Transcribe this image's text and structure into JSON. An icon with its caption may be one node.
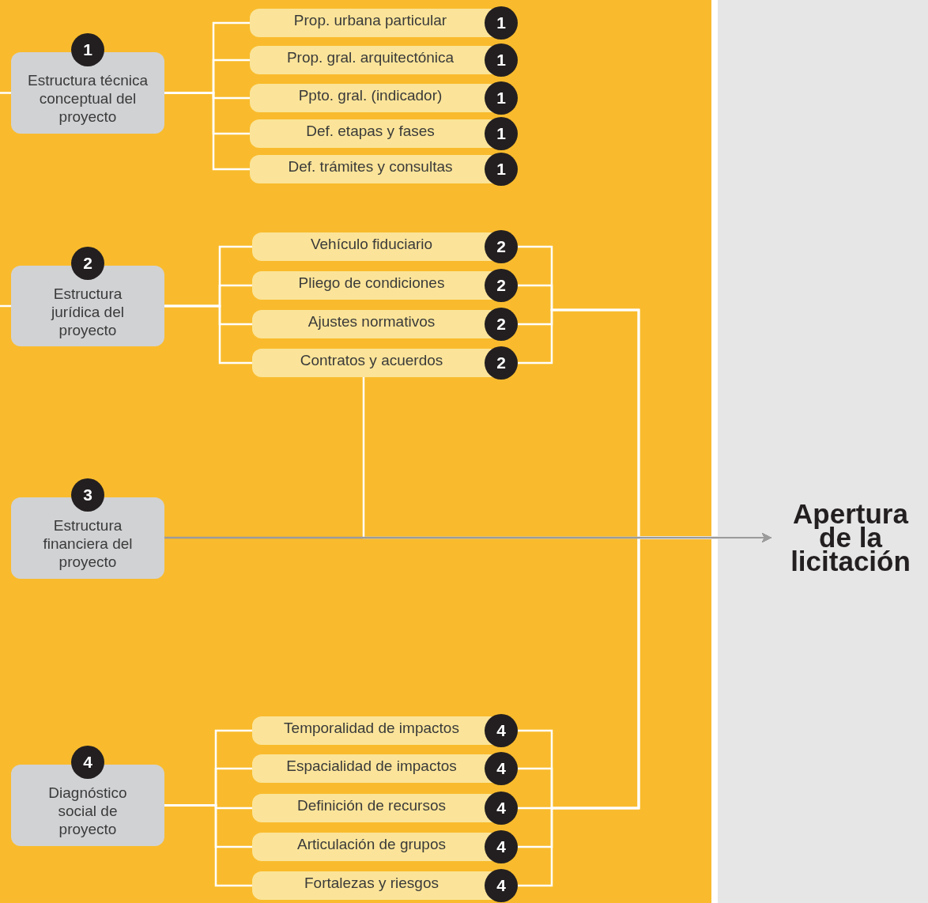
{
  "diagram": {
    "nodes": [
      {
        "text": [
          "1",
          "Estructura técnica conceptual del proyecto"
        ]
      },
      {
        "text": [
          "Prop. urbana particular",
          "1"
        ]
      },
      {
        "text": [
          "Prop. gral. arquitectónica",
          "1"
        ]
      },
      {
        "text": [
          "Ppto. gral. (indicador)",
          "1"
        ]
      },
      {
        "text": [
          "Def. etapas y fases",
          "1"
        ]
      },
      {
        "text": [
          "Def. trámites y consultas",
          "1"
        ]
      },
      {
        "text": [
          "2",
          "Estructura jurídica del proyecto"
        ]
      },
      {
        "text": [
          "Vehículo fiduciario",
          "2"
        ]
      },
      {
        "text": [
          "Pliego de condiciones",
          "2"
        ]
      },
      {
        "text": [
          "Ajustes normativos",
          "2"
        ]
      },
      {
        "text": [
          "Contratos y acuerdos",
          "2"
        ]
      },
      {
        "text": [
          "3",
          "Estructura financiera del proyecto"
        ]
      },
      {
        "text": [
          "4",
          "Diagnóstico social de proyecto"
        ]
      },
      {
        "text": [
          "Temporalidad de impactos",
          "4"
        ]
      },
      {
        "text": [
          "Espacialidad de impactos",
          "4"
        ]
      },
      {
        "text": [
          "Definición de recursos",
          "4"
        ]
      },
      {
        "text": [
          "Articulación de grupos",
          "4"
        ]
      },
      {
        "text": [
          "Fortalezas y riesgos",
          "4"
        ]
      },
      {
        "text": [
          "Apertura de la licitación"
        ]
      }
    ],
    "edges": [
      {
        "from": null,
        "to": 0,
        "arrow": "none"
      },
      {
        "from": 0,
        "to": 1,
        "arrow": "none"
      },
      {
        "from": 0,
        "to": 2,
        "arrow": "none"
      },
      {
        "from": 0,
        "to": 3,
        "arrow": "none"
      },
      {
        "from": 0,
        "to": 4,
        "arrow": "none"
      },
      {
        "from": 0,
        "to": 5,
        "arrow": "none"
      },
      {
        "from": null,
        "to": 6,
        "arrow": "none"
      },
      {
        "from": 6,
        "to": 7,
        "arrow": "none"
      },
      {
        "from": 6,
        "to": 8,
        "arrow": "none"
      },
      {
        "from": 6,
        "to": 9,
        "arrow": "none"
      },
      {
        "from": 6,
        "to": 10,
        "arrow": "none"
      },
      {
        "from": 11,
        "to": 18,
        "arrow": "to",
        "color": "#9b9b9b"
      },
      {
        "from": 7,
        "to": 18,
        "arrow": "to"
      },
      {
        "from": 8,
        "to": 18,
        "arrow": "to"
      },
      {
        "from": 9,
        "to": 18,
        "arrow": "to"
      },
      {
        "from": 10,
        "to": 18,
        "arrow": "to"
      },
      {
        "from": 10,
        "to": 18,
        "arrow": "to"
      },
      {
        "from": 12,
        "to": 13,
        "arrow": "none"
      },
      {
        "from": 12,
        "to": 14,
        "arrow": "none"
      },
      {
        "from": 12,
        "to": 15,
        "arrow": "none"
      },
      {
        "from": 12,
        "to": 16,
        "arrow": "none"
      },
      {
        "from": 12,
        "to": 17,
        "arrow": "none"
      },
      {
        "from": 13,
        "to": 18,
        "arrow": "to"
      },
      {
        "from": 14,
        "to": 18,
        "arrow": "to"
      },
      {
        "from": 15,
        "to": 18,
        "arrow": "to"
      },
      {
        "from": 16,
        "to": 18,
        "arrow": "to"
      },
      {
        "from": 17,
        "to": 18,
        "arrow": "to"
      }
    ]
  }
}
